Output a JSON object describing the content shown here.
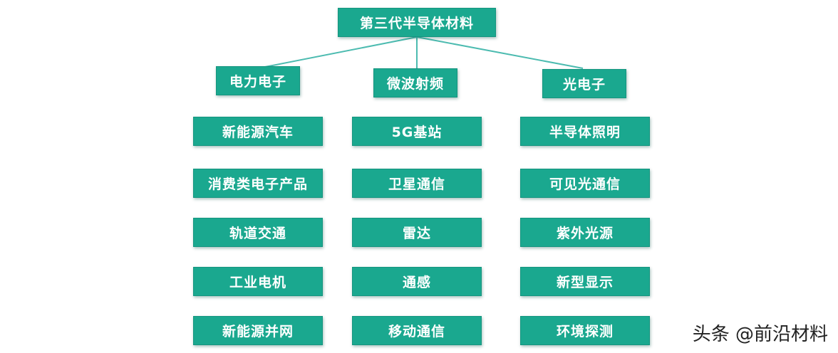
{
  "root": {
    "label": "第三代半导体材料"
  },
  "branches": [
    {
      "label": "电力电子",
      "items": [
        "新能源汽车",
        "消费类电子产品",
        "轨道交通",
        "工业电机",
        "新能源并网"
      ]
    },
    {
      "label": "微波射频",
      "items": [
        "5G基站",
        "卫星通信",
        "雷达",
        "通感",
        "移动通信"
      ]
    },
    {
      "label": "光电子",
      "items": [
        "半导体照明",
        "可见光通信",
        "紫外光源",
        "新型显示",
        "环境探测"
      ]
    }
  ],
  "watermark": "头条 @前沿材料",
  "colors": {
    "node_fill": "#1aa88f",
    "node_text": "#ffffff",
    "connector": "#4cbbb0"
  }
}
